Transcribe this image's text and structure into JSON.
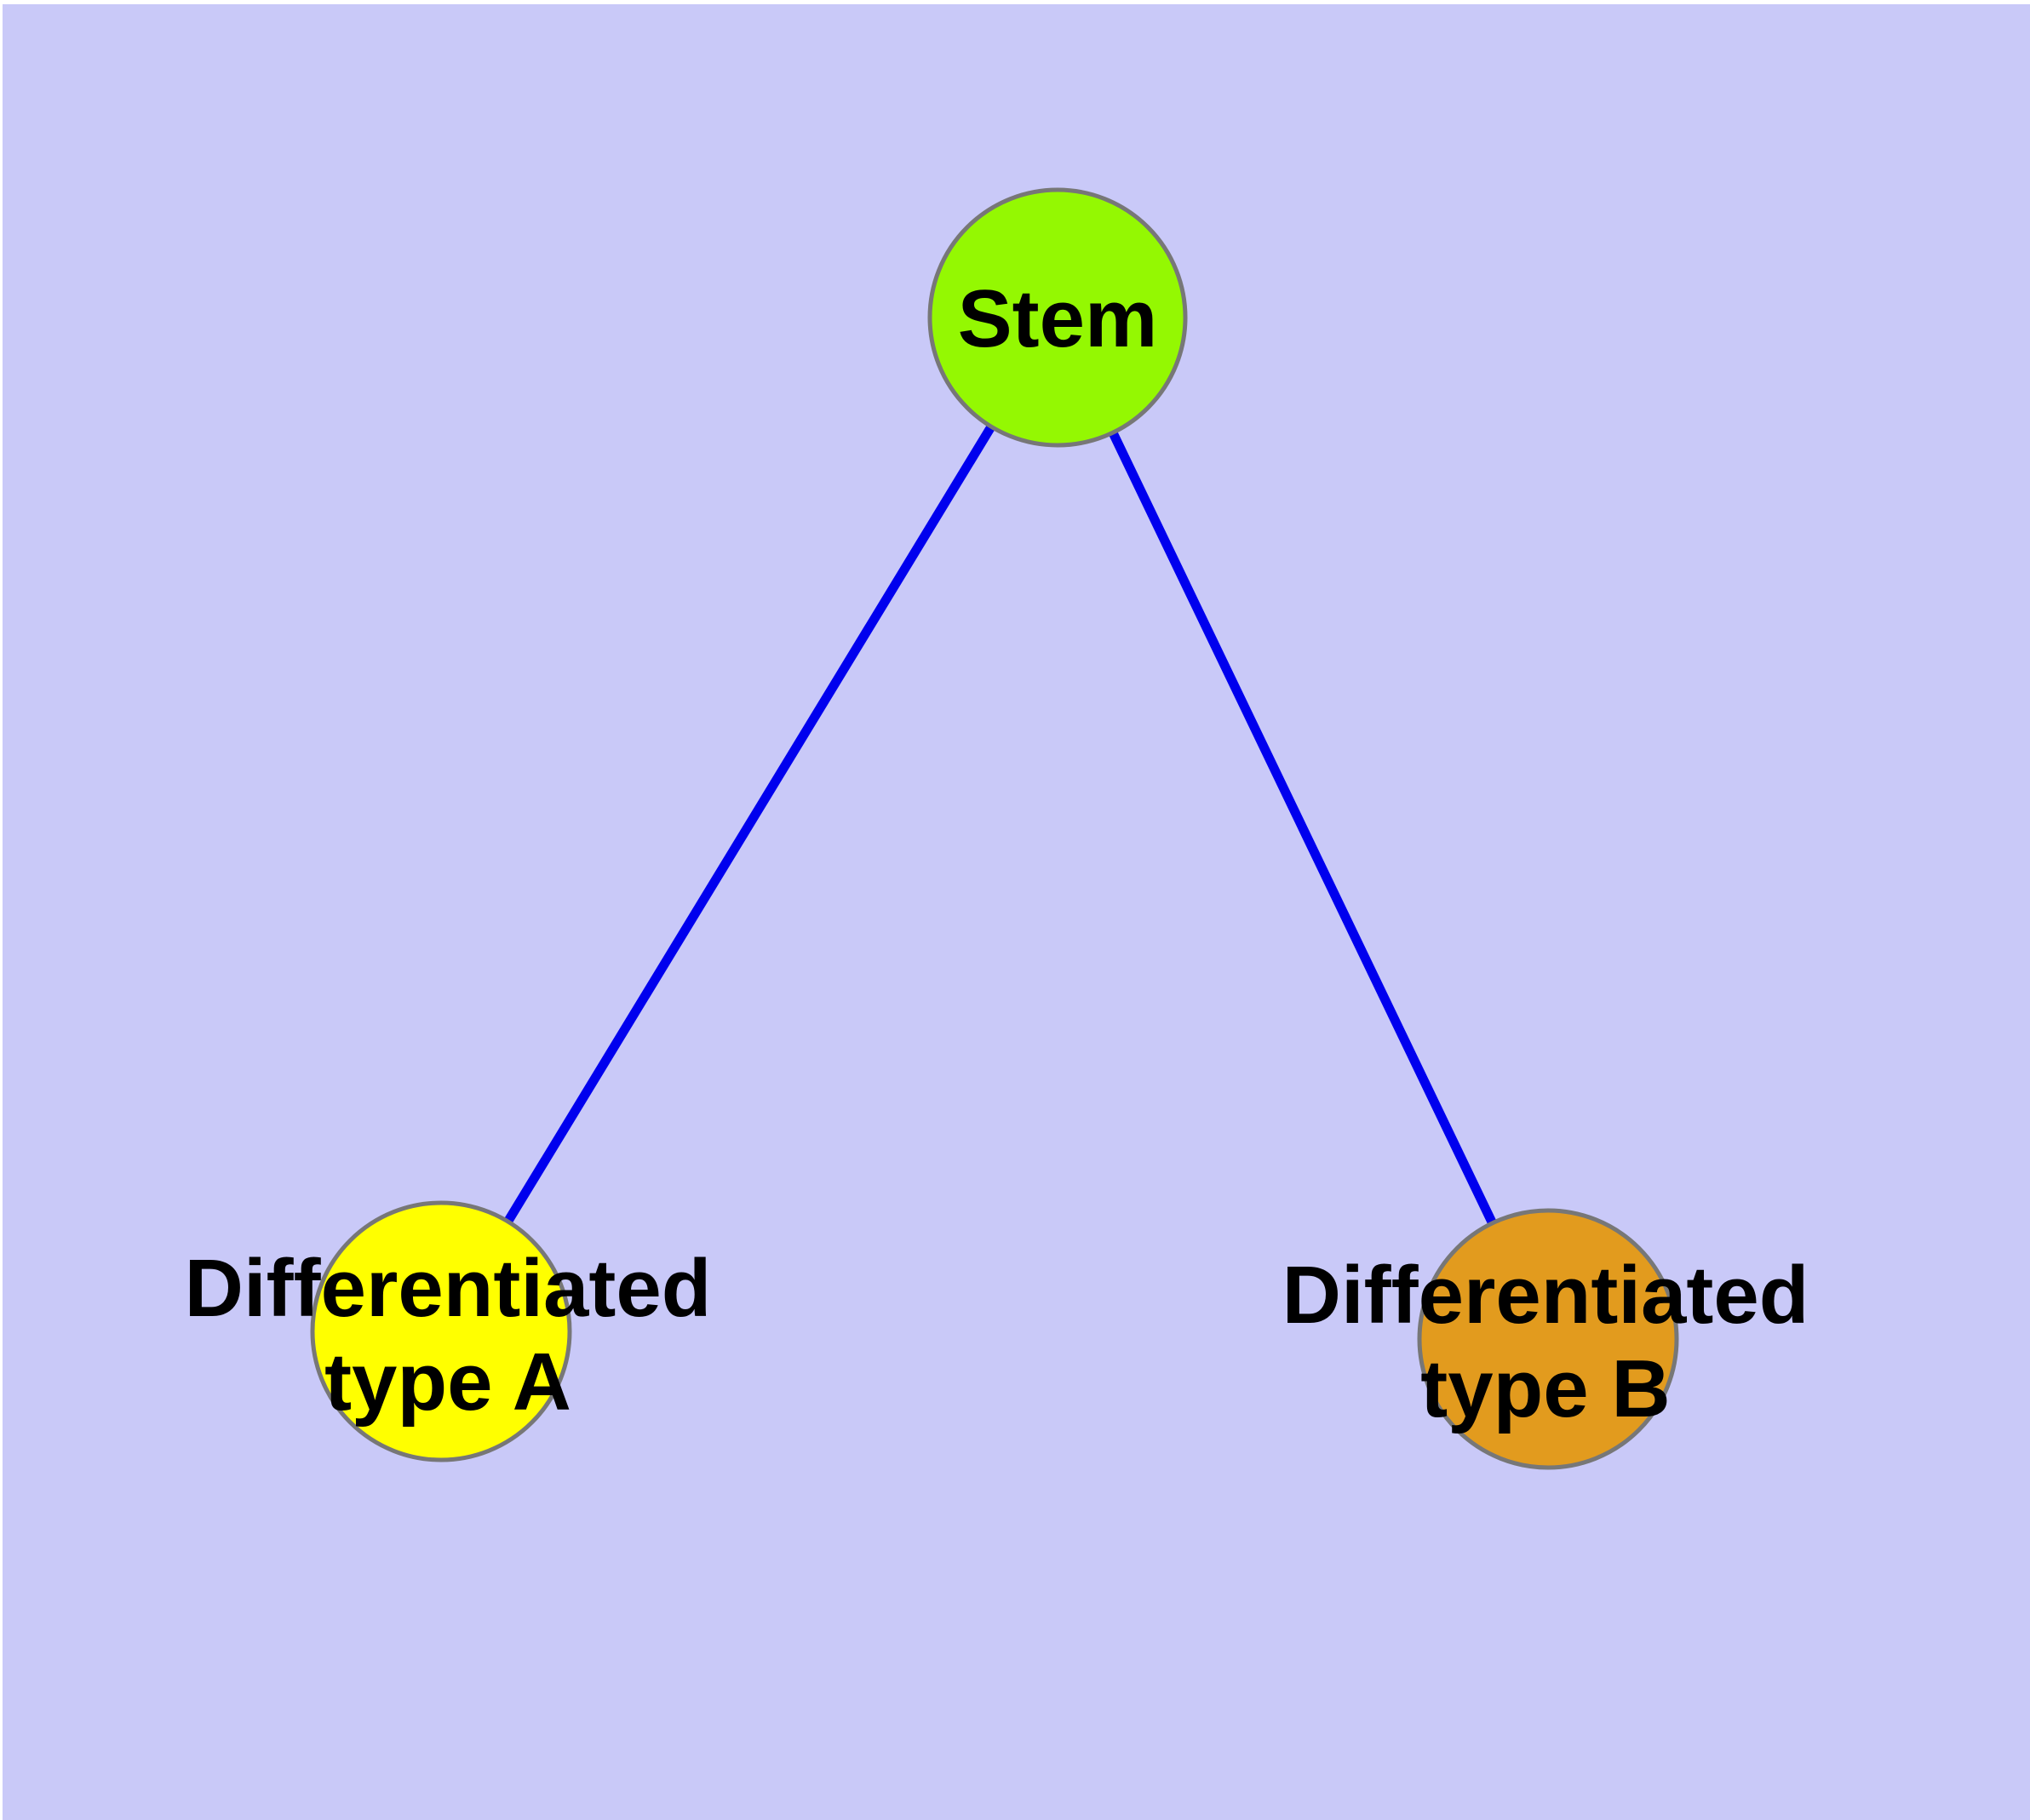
{
  "diagram": {
    "type": "node-link-graph",
    "background_color": "#C9C9F8",
    "margin_color": "#FFFFFF",
    "edge_color": "#0000EE",
    "node_border_color": "#777777",
    "label_color": "#000000",
    "nodes": [
      {
        "id": "stem",
        "label": "Stem",
        "fill": "#94F802"
      },
      {
        "id": "differentiated-type-a",
        "label_line1": "Differentiated",
        "label_line2": "type A",
        "fill": "#FFFF00"
      },
      {
        "id": "differentiated-type-b",
        "label_line1": "Differentiated",
        "label_line2": "type B",
        "fill": "#E29B1E"
      }
    ],
    "edges": [
      {
        "from": "stem",
        "to": "differentiated-type-a"
      },
      {
        "from": "stem",
        "to": "differentiated-type-b"
      }
    ]
  }
}
